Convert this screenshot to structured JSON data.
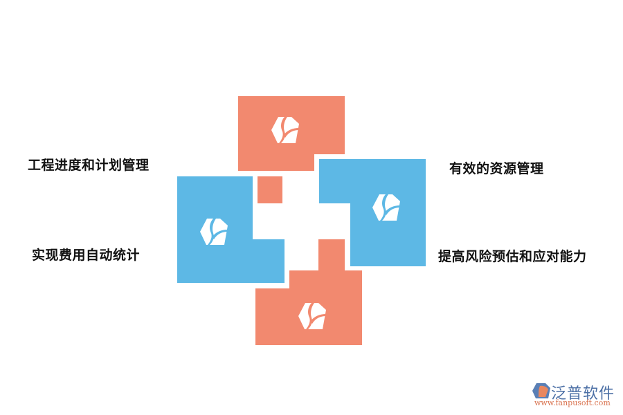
{
  "diagram": {
    "colors": {
      "orange": "#f2896f",
      "blue": "#5db8e5",
      "icon": "#ffffff",
      "text": "#111111"
    },
    "icon_semantic": "hexagon-leaf-logo-icon",
    "items": [
      {
        "position": "top-left",
        "label": "工程进度和计划管理",
        "color": "orange"
      },
      {
        "position": "bottom-left",
        "label": "实现费用自动统计",
        "color": "blue"
      },
      {
        "position": "top-right",
        "label": "有效的资源管理",
        "color": "blue"
      },
      {
        "position": "bottom-right",
        "label": "提高风险预估和应对能力",
        "color": "orange"
      }
    ]
  },
  "watermark": {
    "name": "泛普软件",
    "url": "www.fanpusoft.com"
  }
}
